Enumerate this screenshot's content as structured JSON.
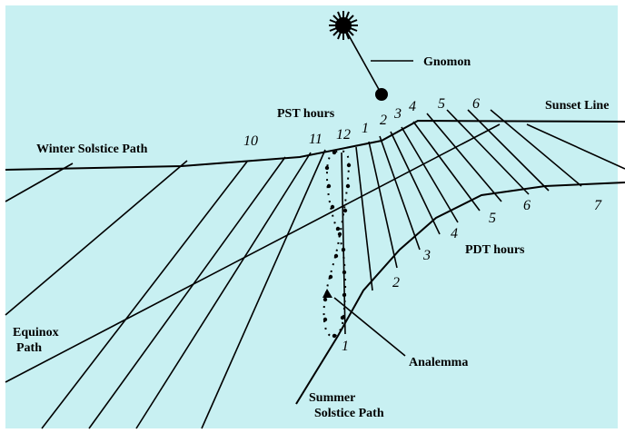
{
  "labels": {
    "gnomon": "Gnomon",
    "pst_hours": "PST hours",
    "sunset_line": "Sunset Line",
    "winter_path": "Winter Solstice Path",
    "equinox_line1": "Equinox",
    "equinox_line2": "Path",
    "pdt_hours": "PDT hours",
    "analemma": "Analemma",
    "summer_line1": "Summer",
    "summer_line2": "Solstice Path"
  },
  "pst_numbers": [
    "10",
    "11",
    "12",
    "1",
    "2",
    "3",
    "4",
    "5",
    "6"
  ],
  "pdt_numbers": [
    "1",
    "2",
    "3",
    "4",
    "5",
    "6",
    "7"
  ],
  "colors": {
    "background": "#c8f0f2",
    "ink": "#000000"
  },
  "icons": {
    "sun": "sun-icon"
  }
}
